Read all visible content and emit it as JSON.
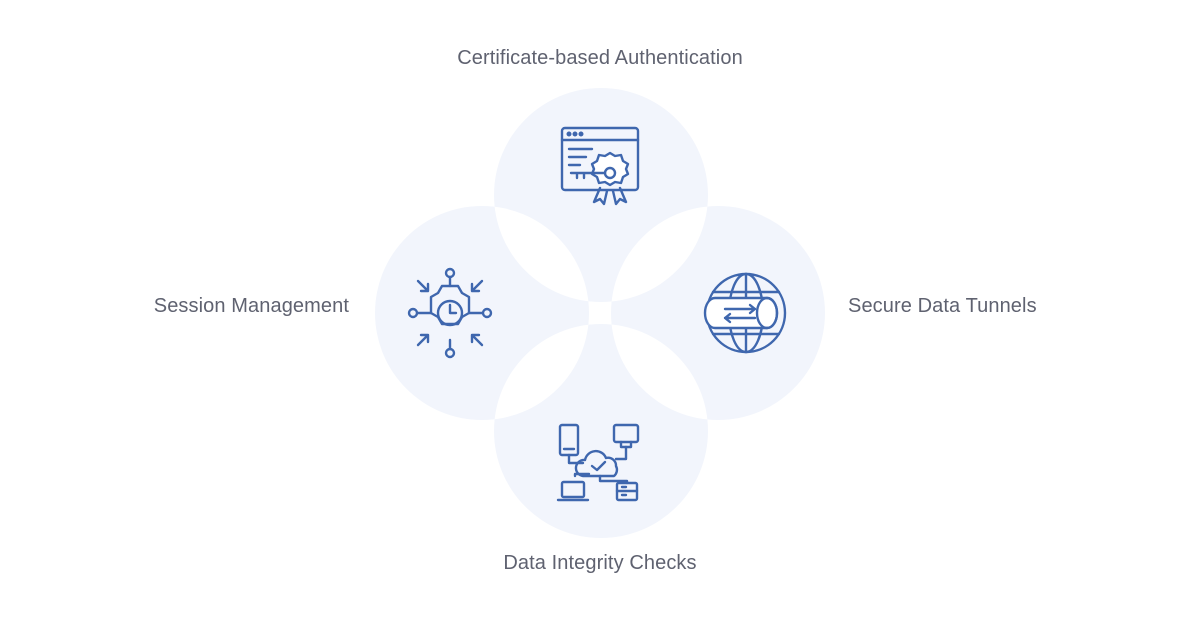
{
  "diagram": {
    "colors": {
      "circle_fill": "#f2f5fc",
      "overlap_fill": "#ffffff",
      "icon_stroke": "#3f67ae",
      "label_text": "#5f6270"
    },
    "nodes": [
      {
        "id": "top",
        "label": "Certificate-based Authentication",
        "icon": "certificate-key-icon"
      },
      {
        "id": "left",
        "label": "Session Management",
        "icon": "gear-clock-icon"
      },
      {
        "id": "right",
        "label": "Secure Data Tunnels",
        "icon": "globe-tunnel-icon"
      },
      {
        "id": "bottom",
        "label": "Data Integrity Checks",
        "icon": "cloud-network-check-icon"
      }
    ]
  }
}
